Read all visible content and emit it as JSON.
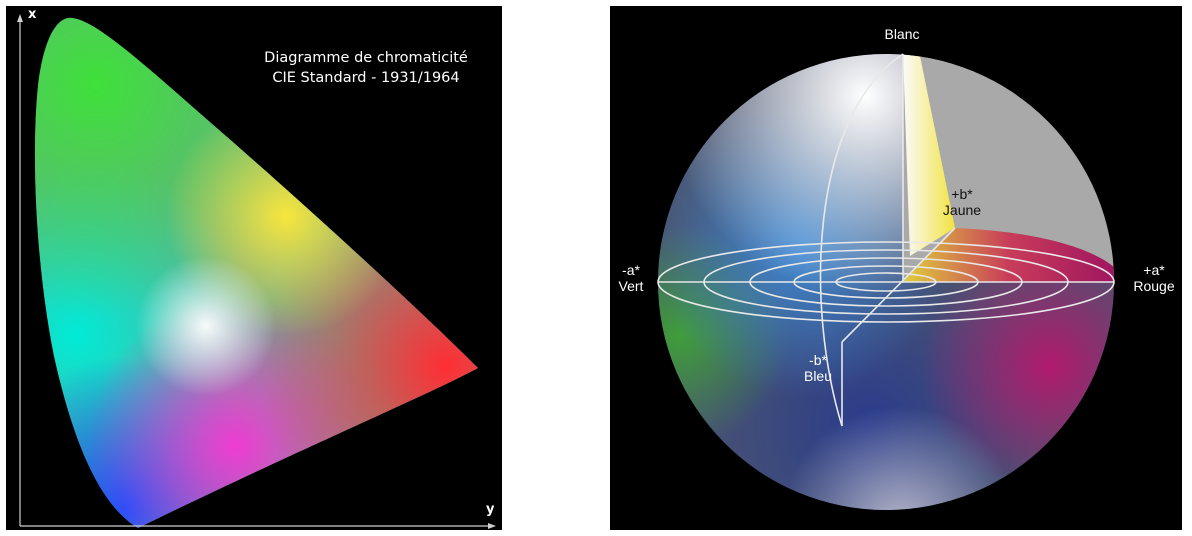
{
  "left_diagram": {
    "title_line1": "Diagramme de chromaticité",
    "title_line2": "CIE Standard - 1931/1964",
    "x_axis_letter": "y",
    "y_axis_letter": "x"
  },
  "right_diagram": {
    "top_label": "Blanc",
    "left_label_line1": "-a*",
    "left_label_line2": "Vert",
    "right_label_line1": "+a*",
    "right_label_line2": "Rouge",
    "yellow_label_line1": "+b*",
    "yellow_label_line2": "Jaune",
    "blue_label_line1": "-b*",
    "blue_label_line2": "Bleu"
  },
  "colors": {
    "background": "#000000",
    "green": "#3ddc3a",
    "cyan": "#00e8d8",
    "blue": "#1a5cff",
    "red": "#ff3b3b",
    "magenta": "#e83cc8",
    "yellow": "#f7e43a",
    "white": "#ffffff"
  }
}
